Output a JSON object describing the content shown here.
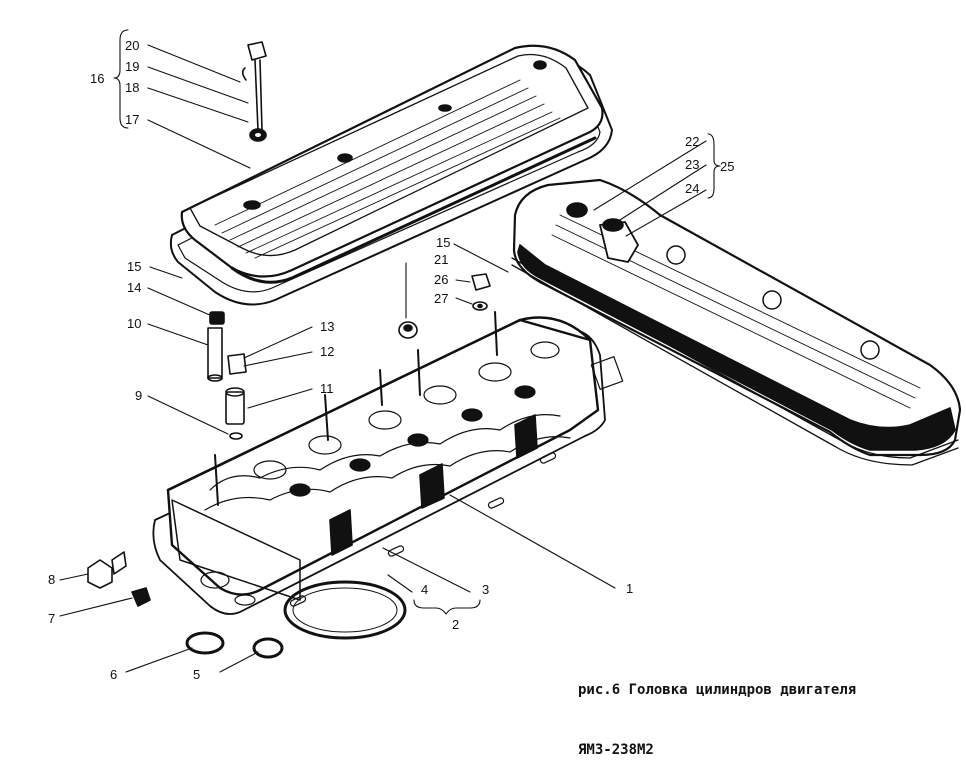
{
  "caption": {
    "line1": "рис.6 Головка цилиндров двигателя",
    "line2": "ЯМЗ-238М2"
  },
  "callouts": [
    "1",
    "2",
    "3",
    "4",
    "5",
    "6",
    "7",
    "8",
    "9",
    "10",
    "11",
    "12",
    "13",
    "14",
    "15",
    "15",
    "16",
    "17",
    "18",
    "19",
    "20",
    "21",
    "22",
    "23",
    "24",
    "25",
    "26",
    "27"
  ]
}
